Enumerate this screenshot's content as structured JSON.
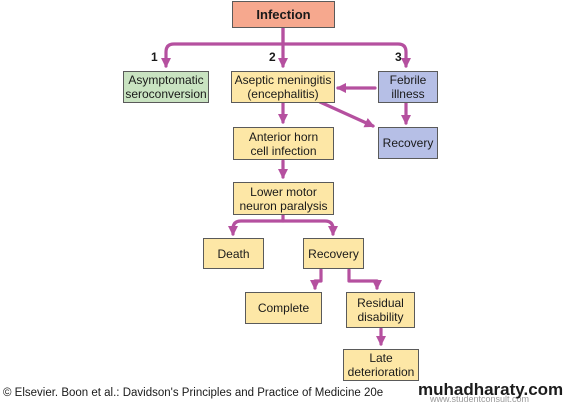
{
  "diagram": {
    "nodes": {
      "infection": "Infection",
      "asymptomatic": "Asymptomatic\nseroconversion",
      "aseptic": "Aseptic meningitis\n(encephalitis)",
      "febrile": "Febrile\nillness",
      "recovery_right": "Recovery",
      "anterior_horn": "Anterior horn\ncell infection",
      "lower_motor": "Lower motor\nneuron paralysis",
      "death": "Death",
      "recovery_mid": "Recovery",
      "complete": "Complete",
      "residual": "Residual\ndisability",
      "late": "Late\ndeterioration"
    },
    "branch_numbers": [
      "1",
      "2",
      "3"
    ]
  },
  "footer": {
    "copyright": "© Elsevier. Boon et al.: Davidson's Principles and Practice of Medicine 20e",
    "watermark": "muhadharaty.com",
    "watermark_sub": "www.studentconsult.com"
  },
  "colors": {
    "arrow": "#b5509f",
    "infection_fill": "#f6a88e",
    "green_fill": "#c9e3c1",
    "yellow_fill": "#fde7a6",
    "blue_fill": "#b6bfe6"
  }
}
